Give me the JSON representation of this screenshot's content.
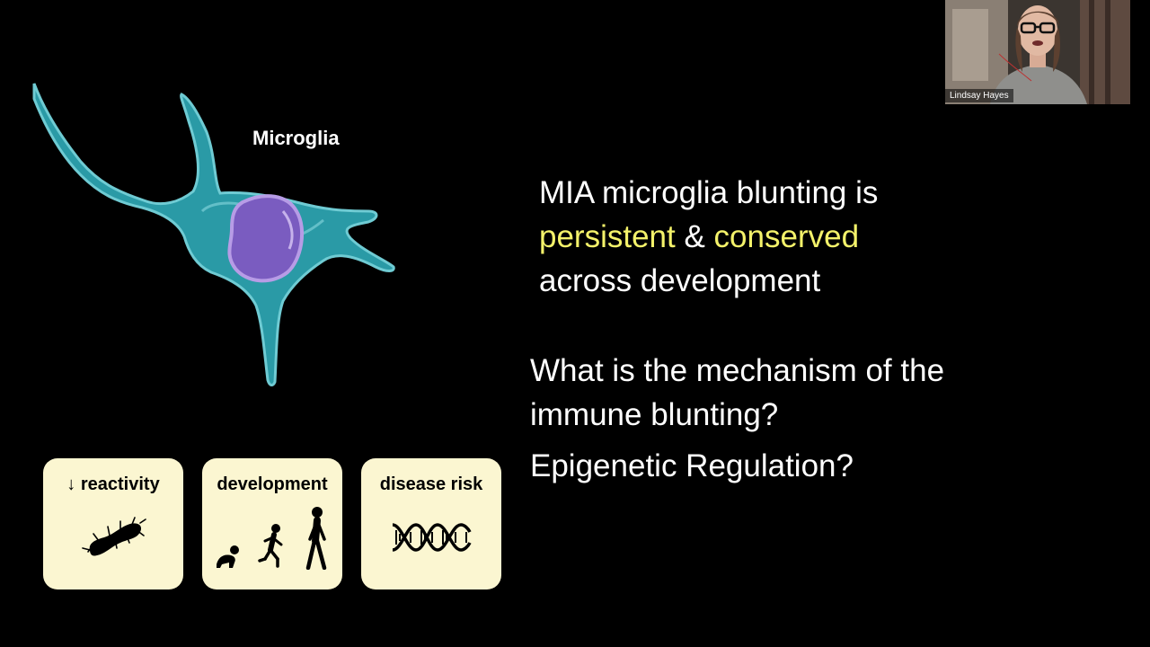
{
  "slide": {
    "cell_label": "Microglia",
    "headline": {
      "line1": "MIA microglia blunting is",
      "highlight1": "persistent",
      "connector": " & ",
      "highlight2": "conserved",
      "line3": "across development"
    },
    "question_line1": "What is the mechanism of the",
    "question_line2": "immune blunting?",
    "answer": "Epigenetic Regulation?",
    "cards": [
      {
        "title": "↓ reactivity",
        "icon": "bacterium-icon"
      },
      {
        "title": "development",
        "icon": "human-growth-icon"
      },
      {
        "title": "disease risk",
        "icon": "dna-helix-icon"
      }
    ],
    "colors": {
      "background": "#000000",
      "highlight": "#f4f26a",
      "card": "#fbf6d1",
      "cell_body": "#2a9aa6",
      "nucleus": "#7a5cc0"
    }
  },
  "video": {
    "participant_name": "Lindsay Hayes"
  }
}
